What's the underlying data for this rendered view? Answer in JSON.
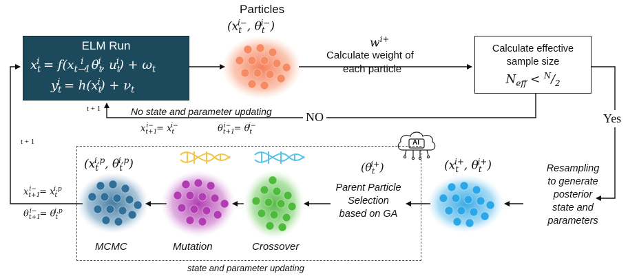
{
  "elm": {
    "title": "ELM Run",
    "eq1": "xᵢₜ = f(xⁱₜ₋₁, θⁱₜ, uⁱₜ) + ωₜ",
    "eq2": "yⁱₜ = h(xⁱₜ) + νₜ"
  },
  "particles": {
    "title": "Particles",
    "vars": "(xₜ^{i−}, θₜ^{i−})"
  },
  "weight": {
    "symbol": "w^{i+}",
    "line1": "Calculate weight of",
    "line2": "each particle"
  },
  "ess": {
    "line1": "Calculate effective",
    "line2": "sample size",
    "line3": "N_eff < N/2"
  },
  "loop": {
    "t_plus_1_inner": "t + 1",
    "t_plus_1_outer": "t + 1",
    "no_update_label": "No state and parameter updating",
    "no_label": "NO",
    "yes_label": "Yes",
    "no_update_x": "x_{t+1}^{i−} = x_t^{i−}",
    "no_update_theta": "θ_{t+1}^{i−} = θ_t^{i−}"
  },
  "resampling": {
    "lines": [
      "Resampling",
      "to generate",
      "posterior",
      "state and",
      "parameters"
    ]
  },
  "posterior": {
    "vars": "(xₜ^{i+}, θₜ^{i+})"
  },
  "ga": {
    "theta": "(θₜ^{i+})",
    "lines": [
      "Parent Particle",
      "Selection",
      "based on GA"
    ],
    "ai_label": "AI"
  },
  "stages": {
    "crossover": "Crossover",
    "mutation": "Mutation",
    "mcmc": "MCMC"
  },
  "child": {
    "vars": "(xₜ^{i,p}, θₜ^{i,p})"
  },
  "update": {
    "x": "x_{t+1}^{i−} = x_t^{i,p}",
    "theta": "θ_{t+1}^{i−} = θ_t^{i,p}"
  },
  "footer": "state and parameter updating",
  "colors": {
    "elm_box": "#1c4a5c",
    "particles_orange": "#f26a3d",
    "particles_blue": "#1b9be0",
    "crossover_green": "#3fae2e",
    "mutation_purple": "#a31fa3",
    "mcmc_blue": "#2a6791",
    "dna_yellow": "#f0c64a",
    "dna_cyan": "#5bc3ea"
  },
  "icons": [
    "dna-helix-icon",
    "ai-brain-cloud-icon"
  ]
}
